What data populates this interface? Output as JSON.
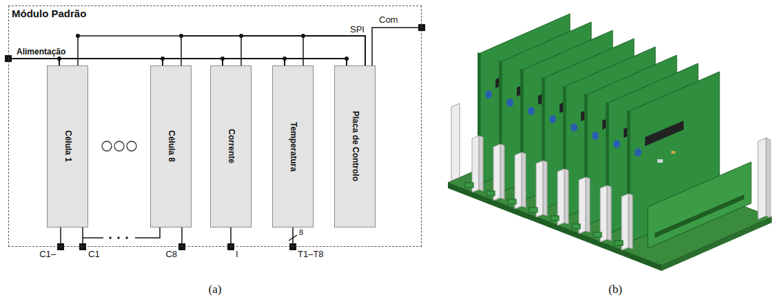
{
  "diagram": {
    "nodes": [
      {
        "text": [
          "Módulo Padrão"
        ]
      },
      {
        "text": [
          "Célula 1"
        ],
        "in": 0
      },
      {
        "text": [
          "Célula 8"
        ],
        "in": 0
      },
      {
        "text": [
          "Corrente"
        ],
        "in": 0
      },
      {
        "text": [
          "Temperatura"
        ],
        "in": 0
      },
      {
        "text": [
          "Placa de Controlo"
        ],
        "in": 0
      }
    ],
    "edges": [
      {
        "from": 1,
        "to": 5,
        "arrow": "none"
      },
      {
        "from": 2,
        "to": 5,
        "arrow": "none"
      },
      {
        "from": 3,
        "to": 5,
        "arrow": "none"
      },
      {
        "from": 4,
        "to": 5,
        "arrow": "none"
      }
    ],
    "labels": [
      "Alimentação",
      "SPI",
      "Com",
      "C1–",
      "C1",
      "C8",
      "I",
      "T1–T8",
      "8",
      "(a)",
      "(b)"
    ]
  }
}
